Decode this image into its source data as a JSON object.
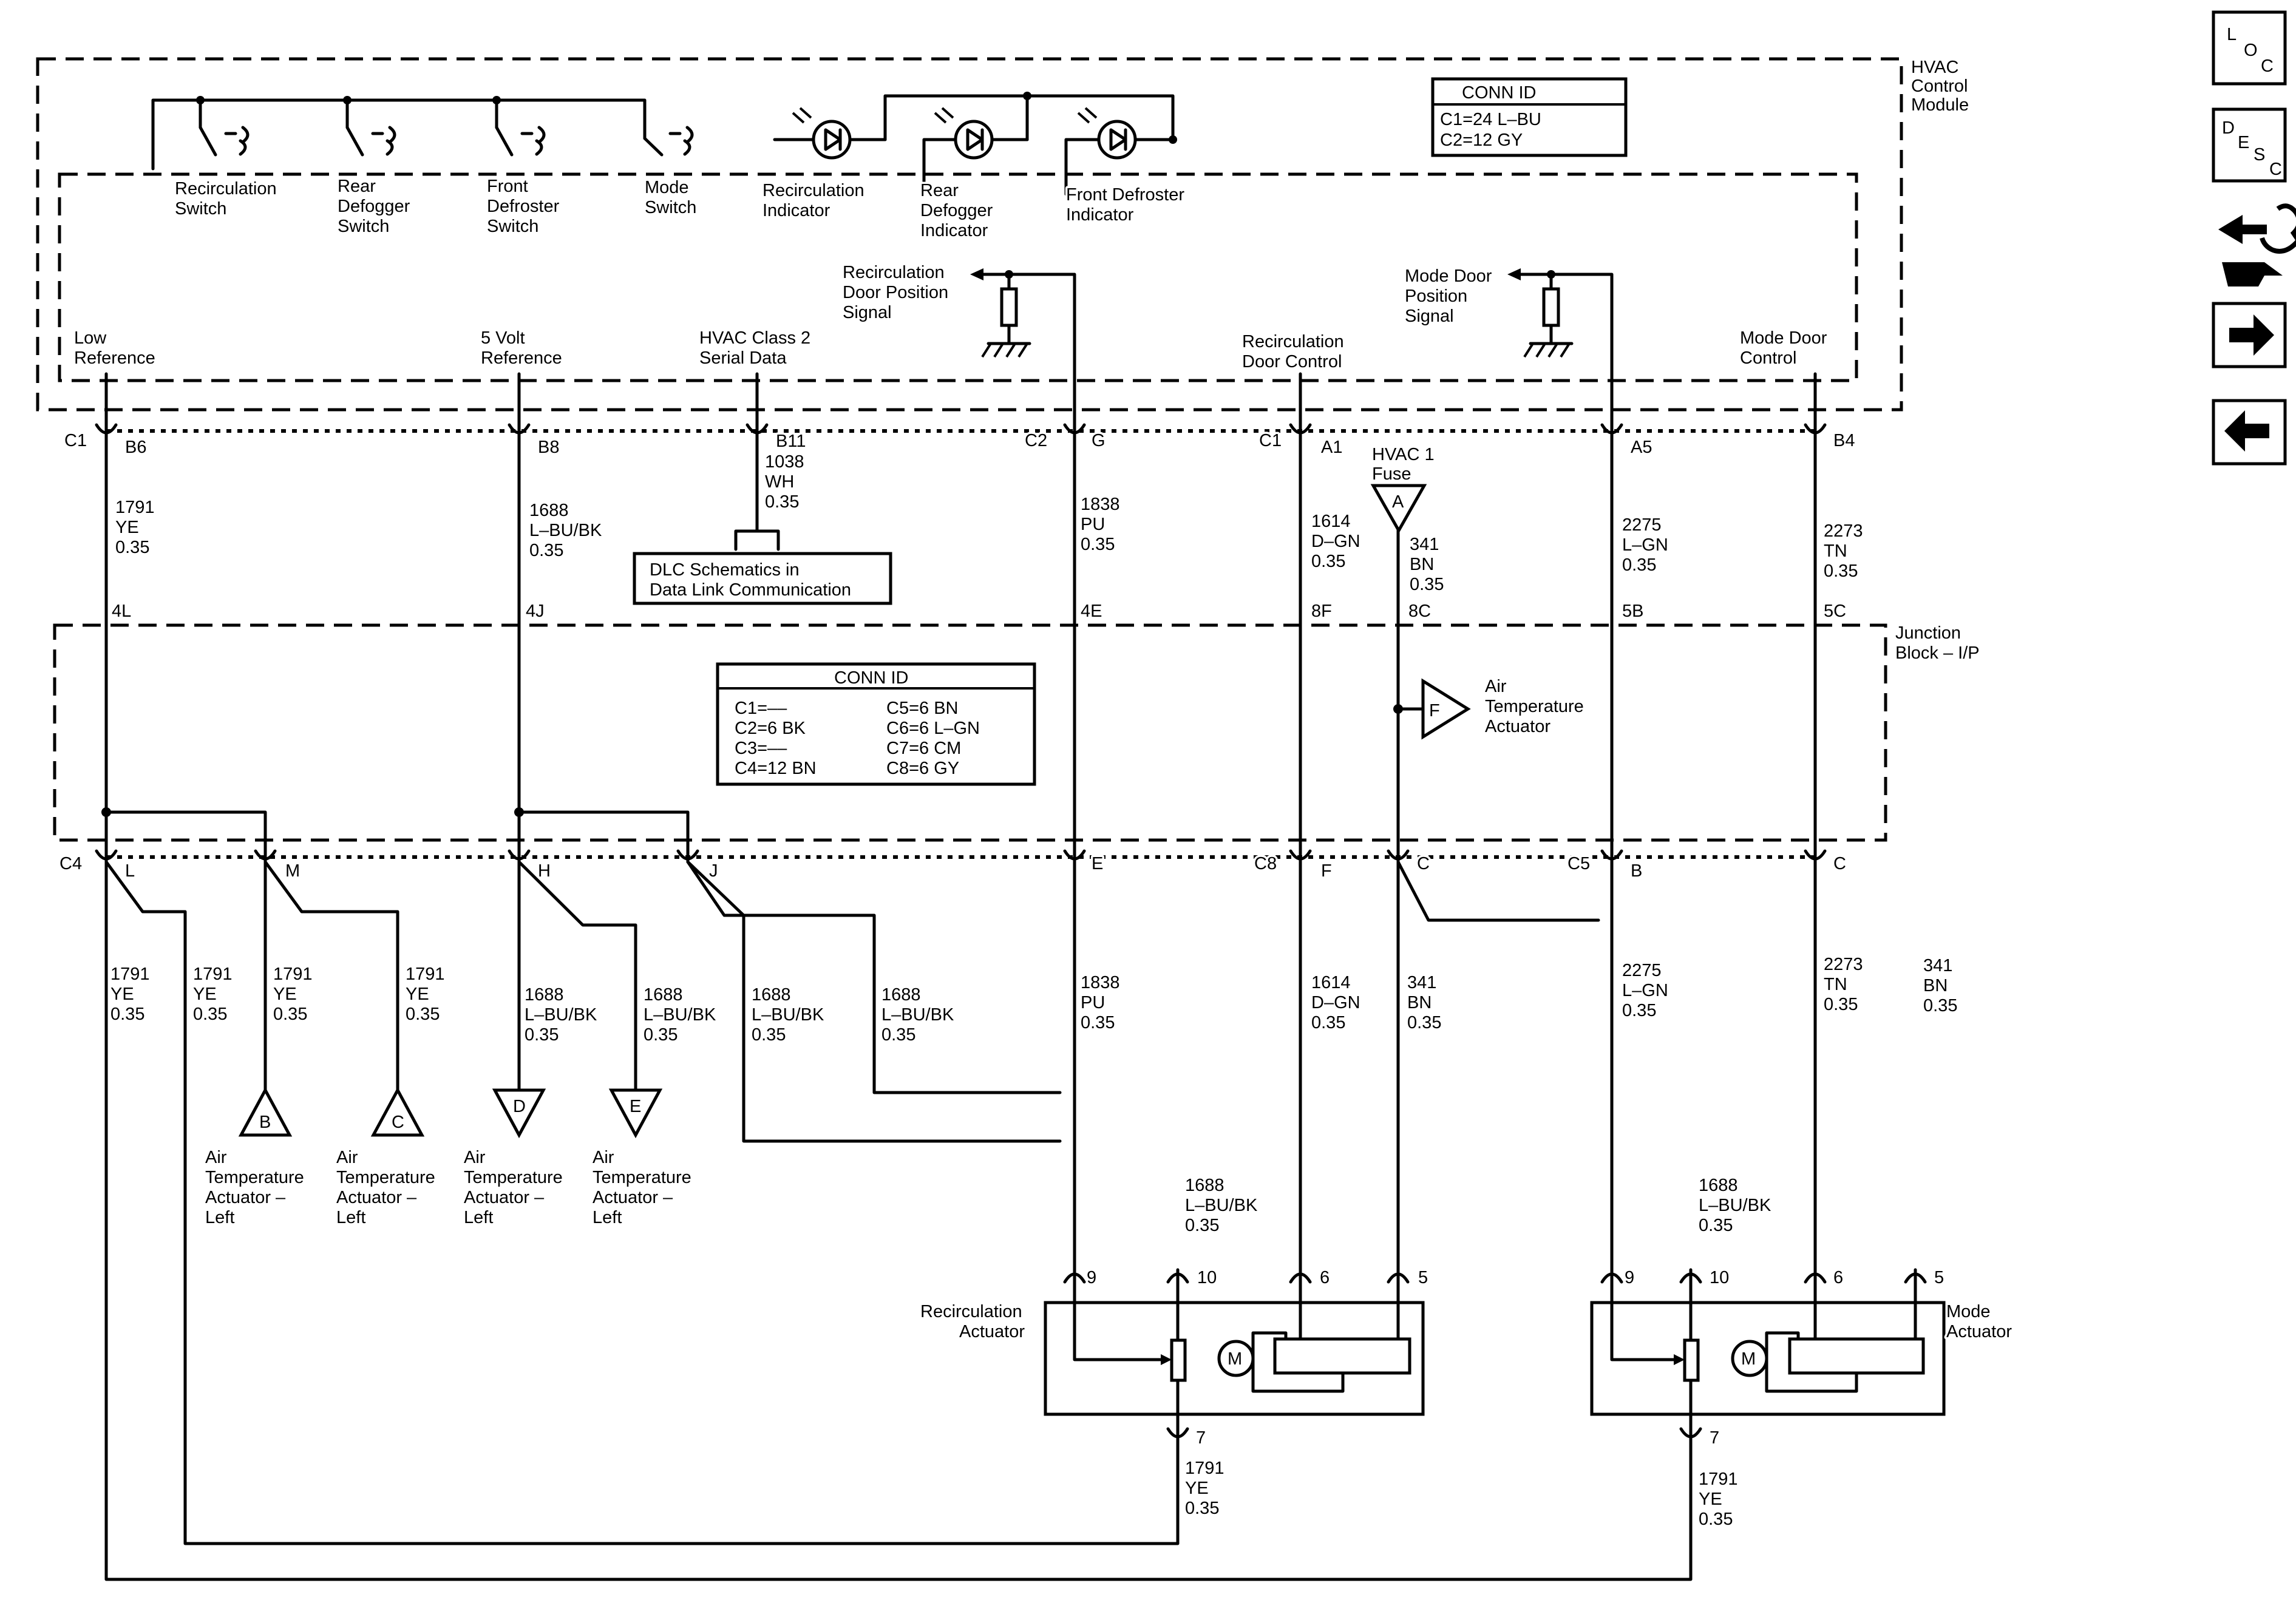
{
  "modules": {
    "hvac": [
      "HVAC",
      "Control",
      "Module"
    ],
    "junction": [
      "Junction",
      "Block – I/P"
    ]
  },
  "conn_id_hvac": {
    "title": "CONN ID",
    "rows": [
      "C1=24 L–BU",
      "C2=12 GY"
    ]
  },
  "conn_id_junction": {
    "title": "CONN ID",
    "left": [
      "C1=––",
      "C2=6 BK",
      "C3=––",
      "C4=12 BN"
    ],
    "right": [
      "C5=6 BN",
      "C6=6 L–GN",
      "C7=6 CM",
      "C8=6 GY"
    ]
  },
  "switches": [
    [
      "Recirculation",
      "Switch"
    ],
    [
      "Rear",
      "Defogger",
      "Switch"
    ],
    [
      "Front",
      "Defroster",
      "Switch"
    ],
    [
      "Mode",
      "Switch"
    ]
  ],
  "indicators": [
    [
      "Recirculation",
      "Indicator"
    ],
    [
      "Rear",
      "Defogger",
      "Indicator"
    ],
    [
      "Front Defroster",
      "Indicator"
    ]
  ],
  "signals": {
    "recirc_pos": [
      "Recirculation",
      "Door Position",
      "Signal"
    ],
    "mode_pos": [
      "Mode Door",
      "Position",
      "Signal"
    ]
  },
  "circuits": {
    "low_ref": [
      "Low",
      "Reference"
    ],
    "five_volt": [
      "5 Volt",
      "Reference"
    ],
    "class2": [
      "HVAC Class 2",
      "Serial Data"
    ],
    "recirc_ctrl": [
      "Recirculation",
      "Door Control"
    ],
    "mode_ctrl": [
      "Mode Door",
      "Control"
    ]
  },
  "pins_top": {
    "b6": [
      "C1",
      "B6"
    ],
    "b8": "B8",
    "b11": "B11",
    "g": [
      "C2",
      "G"
    ],
    "a1": [
      "C1",
      "A1"
    ],
    "a5": "A5",
    "b4": "B4"
  },
  "wires_top": {
    "w1791": [
      "1791",
      "YE",
      "0.35"
    ],
    "w1688": [
      "1688",
      "L–BU/BK",
      "0.35"
    ],
    "w1038": [
      "1038",
      "WH",
      "0.35"
    ],
    "w1838": [
      "1838",
      "PU",
      "0.35"
    ],
    "w1614": [
      "1614",
      "D–GN",
      "0.35"
    ],
    "w341": [
      "341",
      "BN",
      "0.35"
    ],
    "w2275": [
      "2275",
      "L–GN",
      "0.35"
    ],
    "w2273": [
      "2273",
      "TN",
      "0.35"
    ]
  },
  "fuse": [
    "HVAC 1",
    "Fuse"
  ],
  "dlc_box": [
    "DLC Schematics in",
    "Data Link Communication"
  ],
  "jb_pins_top": [
    "4L",
    "4J",
    "4E",
    "8F",
    "8C",
    "5B",
    "5C"
  ],
  "air_temp_f": [
    "Air",
    "Temperature",
    "Actuator"
  ],
  "jb_pins_bottom": {
    "c4": "C4",
    "l": "L",
    "m": "M",
    "h": "H",
    "j": "J",
    "e": "E",
    "c8": "C8",
    "f": "F",
    "c": "C",
    "c5": "C5",
    "b": "B",
    "c2": "C"
  },
  "wires_bottom": {
    "l1": [
      "1791",
      "YE",
      "0.35"
    ],
    "l2": [
      "1791",
      "YE",
      "0.35"
    ],
    "l3": [
      "1791",
      "YE",
      "0.35"
    ],
    "l4": [
      "1791",
      "YE",
      "0.35"
    ],
    "h1": [
      "1688",
      "L–BU/BK",
      "0.35"
    ],
    "h2": [
      "1688",
      "L–BU/BK",
      "0.35"
    ],
    "j1": [
      "1688",
      "L–BU/BK",
      "0.35"
    ],
    "j2": [
      "1688",
      "L–BU/BK",
      "0.35"
    ],
    "e": [
      "1838",
      "PU",
      "0.35"
    ],
    "f": [
      "1614",
      "D–GN",
      "0.35"
    ],
    "c": [
      "341",
      "BN",
      "0.35"
    ],
    "b": [
      "2275",
      "L–GN",
      "0.35"
    ],
    "c2": [
      "2273",
      "TN",
      "0.35"
    ],
    "bn2": [
      "341",
      "BN",
      "0.35"
    ]
  },
  "offpage": {
    "letters": [
      "B",
      "C",
      "D",
      "E"
    ],
    "label": [
      "Air",
      "Temperature",
      "Actuator –",
      "Left"
    ]
  },
  "actuators": {
    "recirc": {
      "name": [
        "Recirculation",
        "Actuator"
      ],
      "pins": [
        "9",
        "10",
        "6",
        "5",
        "7"
      ],
      "feed": [
        "1688",
        "L–BU/BK",
        "0.35"
      ],
      "ground": [
        "1791",
        "YE",
        "0.35"
      ],
      "motor": "M"
    },
    "mode": {
      "name": [
        "Mode",
        "Actuator"
      ],
      "pins": [
        "9",
        "10",
        "6",
        "5",
        "7"
      ],
      "feed": [
        "1688",
        "L–BU/BK",
        "0.35"
      ],
      "ground": [
        "1791",
        "YE",
        "0.35"
      ],
      "motor": "M"
    }
  },
  "nav": {
    "loc": [
      "L",
      "O",
      "C"
    ],
    "desc": [
      "D",
      "E",
      "S",
      "C"
    ],
    "triangle_labels": {
      "a": "A",
      "f": "F"
    }
  }
}
